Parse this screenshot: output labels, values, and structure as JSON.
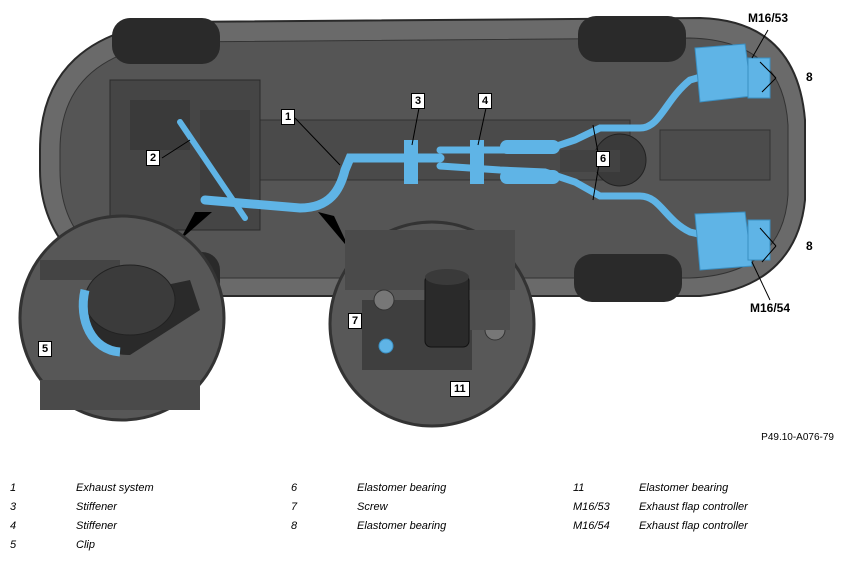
{
  "callouts": {
    "c1": "1",
    "c2": "2",
    "c3": "3",
    "c4": "4",
    "c5": "5",
    "c6": "6",
    "c7": "7",
    "c8a": "8",
    "c8b": "8",
    "c11": "11",
    "m16_53": "M16/53",
    "m16_54": "M16/54"
  },
  "figure_code": "P49.10-A076-79",
  "legend": [
    [
      {
        "code": "1",
        "label": "Exhaust system"
      },
      {
        "code": "3",
        "label": "Stiffener"
      },
      {
        "code": "4",
        "label": "Stiffener"
      },
      {
        "code": "5",
        "label": "Clip"
      }
    ],
    [
      {
        "code": "6",
        "label": "Elastomer bearing"
      },
      {
        "code": "7",
        "label": "Screw"
      },
      {
        "code": "8",
        "label": "Elastomer bearing"
      }
    ],
    [
      {
        "code": "11",
        "label": "Elastomer bearing"
      },
      {
        "code": "M16/53",
        "label": "Exhaust flap controller"
      },
      {
        "code": "M16/54",
        "label": "Exhaust flap controller"
      }
    ]
  ],
  "colors": {
    "exhaust": "#5fb4e6",
    "body": "#5a5a5a",
    "body_dark": "#3a3a3a",
    "tire": "#2a2a2a"
  }
}
